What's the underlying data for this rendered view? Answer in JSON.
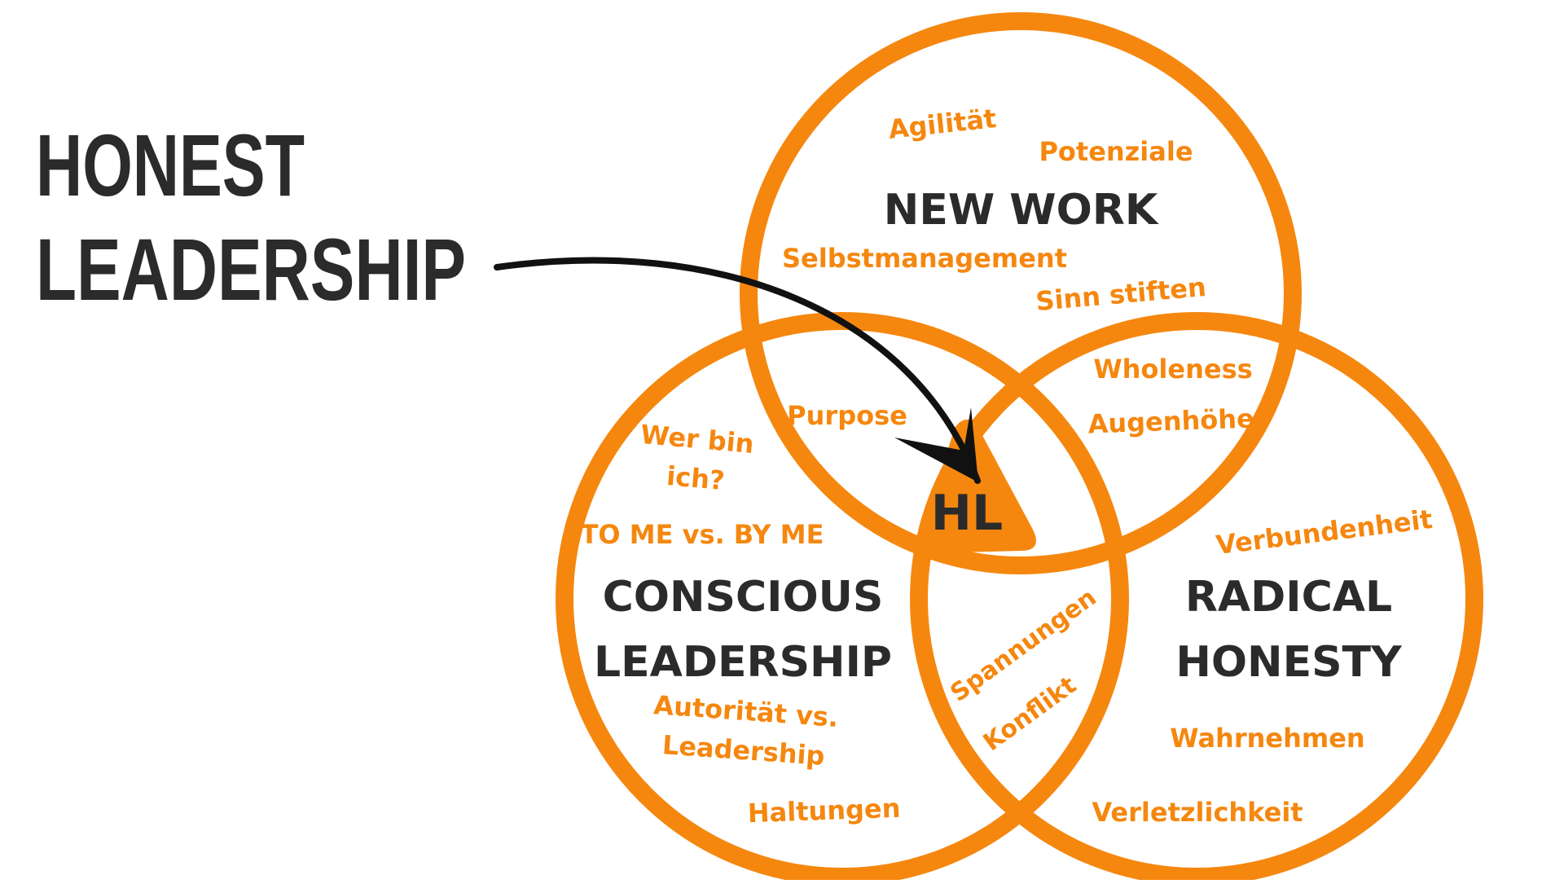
{
  "colors": {
    "accent": "#F5870F",
    "dark": "#2B2B2B",
    "background": "#FFFFFF"
  },
  "headline": {
    "line1": "HONEST",
    "line2": "LEADERSHIP"
  },
  "circles": {
    "new_work": {
      "title_line1": "NEW WORK"
    },
    "conscious": {
      "title_line1": "CONSCIOUS",
      "title_line2": "LEADERSHIP"
    },
    "radical": {
      "title_line1": "RADICAL",
      "title_line2": "HONESTY"
    }
  },
  "center": {
    "label": "HL"
  },
  "keywords": {
    "agilitaet": "Agilität",
    "potenziale": "Potenziale",
    "selbstmanagement": "Selbstmanagement",
    "sinn_stiften": "Sinn stiften",
    "wholeness": "Wholeness",
    "augenhoehe": "Augenhöhe",
    "purpose": "Purpose",
    "wer_bin": "Wer bin",
    "ich": "ich?",
    "to_me_by_me": "TO ME vs. BY ME",
    "autoritaet": "Autorität vs.",
    "leadership": "Leadership",
    "haltungen": "Haltungen",
    "spannungen": "Spannungen",
    "konflikt": "Konflikt",
    "verbundenheit": "Verbundenheit",
    "wahrnehmen": "Wahrnehmen",
    "verletzlichkeit": "Verletzlichkeit"
  }
}
